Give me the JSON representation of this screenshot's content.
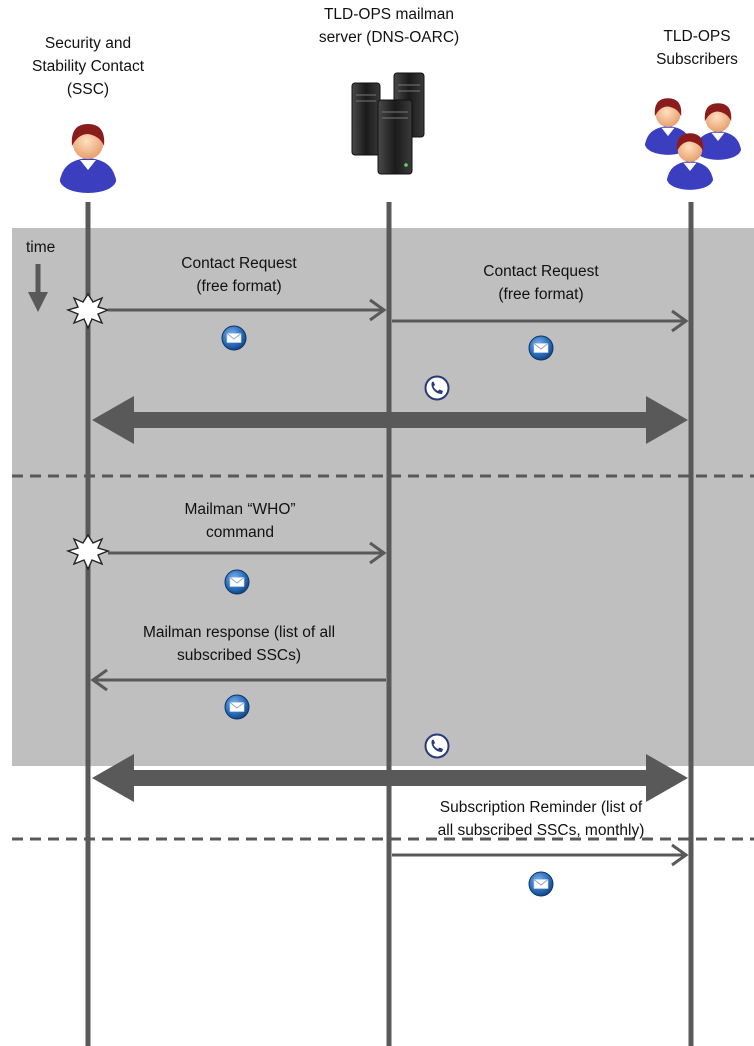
{
  "actors": {
    "ssc": {
      "line1": "Security and",
      "line2": "Stability Contact",
      "line3": "(SSC)",
      "icon": "person-icon"
    },
    "server": {
      "line1": "TLD-OPS mailman",
      "line2": "server (DNS-OARC)",
      "icon": "server-icon"
    },
    "subscribers": {
      "line1": "TLD-OPS",
      "line2": "Subscribers",
      "icon": "group-icon"
    }
  },
  "time_label": "time",
  "messages": {
    "contact_request_1": {
      "line1": "Contact Request",
      "line2": "(free format)"
    },
    "contact_request_2": {
      "line1": "Contact Request",
      "line2": "(free format)"
    },
    "who_command": {
      "line1": "Mailman “WHO”",
      "line2": "command"
    },
    "mailman_response": {
      "line1": "Mailman response (list of all",
      "line2": "subscribed SSCs)"
    },
    "reminder": {
      "line1": "Subscription Reminder (list of",
      "line2": "all subscribed SSCs, monthly)"
    }
  },
  "colors": {
    "panel": "#bfbfbf",
    "line": "#595959",
    "mail_icon": "#1f5fa8"
  }
}
